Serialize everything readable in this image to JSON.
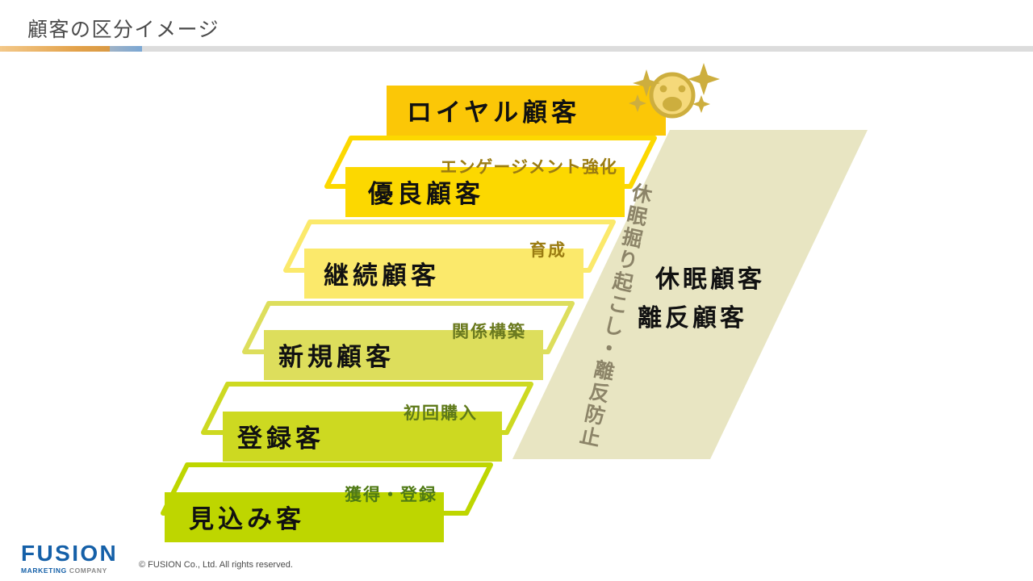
{
  "header": {
    "title": "顧客の区分イメージ",
    "rule_colors": {
      "orange_start": "#f3c889",
      "orange_end": "#d99a45",
      "blue": "#7aa7d4",
      "grey": "#dcdcdc"
    }
  },
  "diagram": {
    "type": "staircase",
    "description": "顧客ステージの階段図",
    "steps": [
      {
        "label": "ロイヤル顧客",
        "color": "#fbc707",
        "level": 6
      },
      {
        "label": "優良顧客",
        "color": "#fcd800",
        "level": 5
      },
      {
        "label": "継続顧客",
        "color": "#fbe96b",
        "level": 4
      },
      {
        "label": "新規顧客",
        "color": "#ddde5c",
        "level": 3
      },
      {
        "label": "登録客",
        "color": "#cdd921",
        "level": 2
      },
      {
        "label": "見込み客",
        "color": "#bed600",
        "level": 1
      }
    ],
    "risers": [
      {
        "label": "エンゲージメント強化",
        "color": "#fcd800",
        "text_color": "#9b7c12"
      },
      {
        "label": "育成",
        "color": "#fbe96b",
        "text_color": "#9b7c12"
      },
      {
        "label": "関係構築",
        "color": "#ddde5c",
        "text_color": "#6b7a1f"
      },
      {
        "label": "初回購入",
        "color": "#cdd921",
        "text_color": "#5f7a1a"
      },
      {
        "label": "獲得・登録",
        "color": "#bed600",
        "text_color": "#4f7a14"
      }
    ],
    "diagonal_label": {
      "text": "休眠掘り起こし・離反防止",
      "color": "#8c8468"
    },
    "side_panel": {
      "color": "#e8e5c2",
      "lines": [
        "休眠顧客",
        "離反顧客"
      ],
      "text_color": "#1a1a1a"
    },
    "emoji": {
      "name": "smiling-face-icon",
      "face_fill": "#f5d97a",
      "face_stroke": "#cdae3e",
      "sparkle_color": "#cdae3e",
      "sparkle_count": 4
    }
  },
  "footer": {
    "logo_wordmark": "FUSION",
    "logo_tagline_bold": "MARKETING",
    "logo_tagline_light": "COMPANY",
    "copyright": "© FUSION Co., Ltd. All rights reserved."
  }
}
